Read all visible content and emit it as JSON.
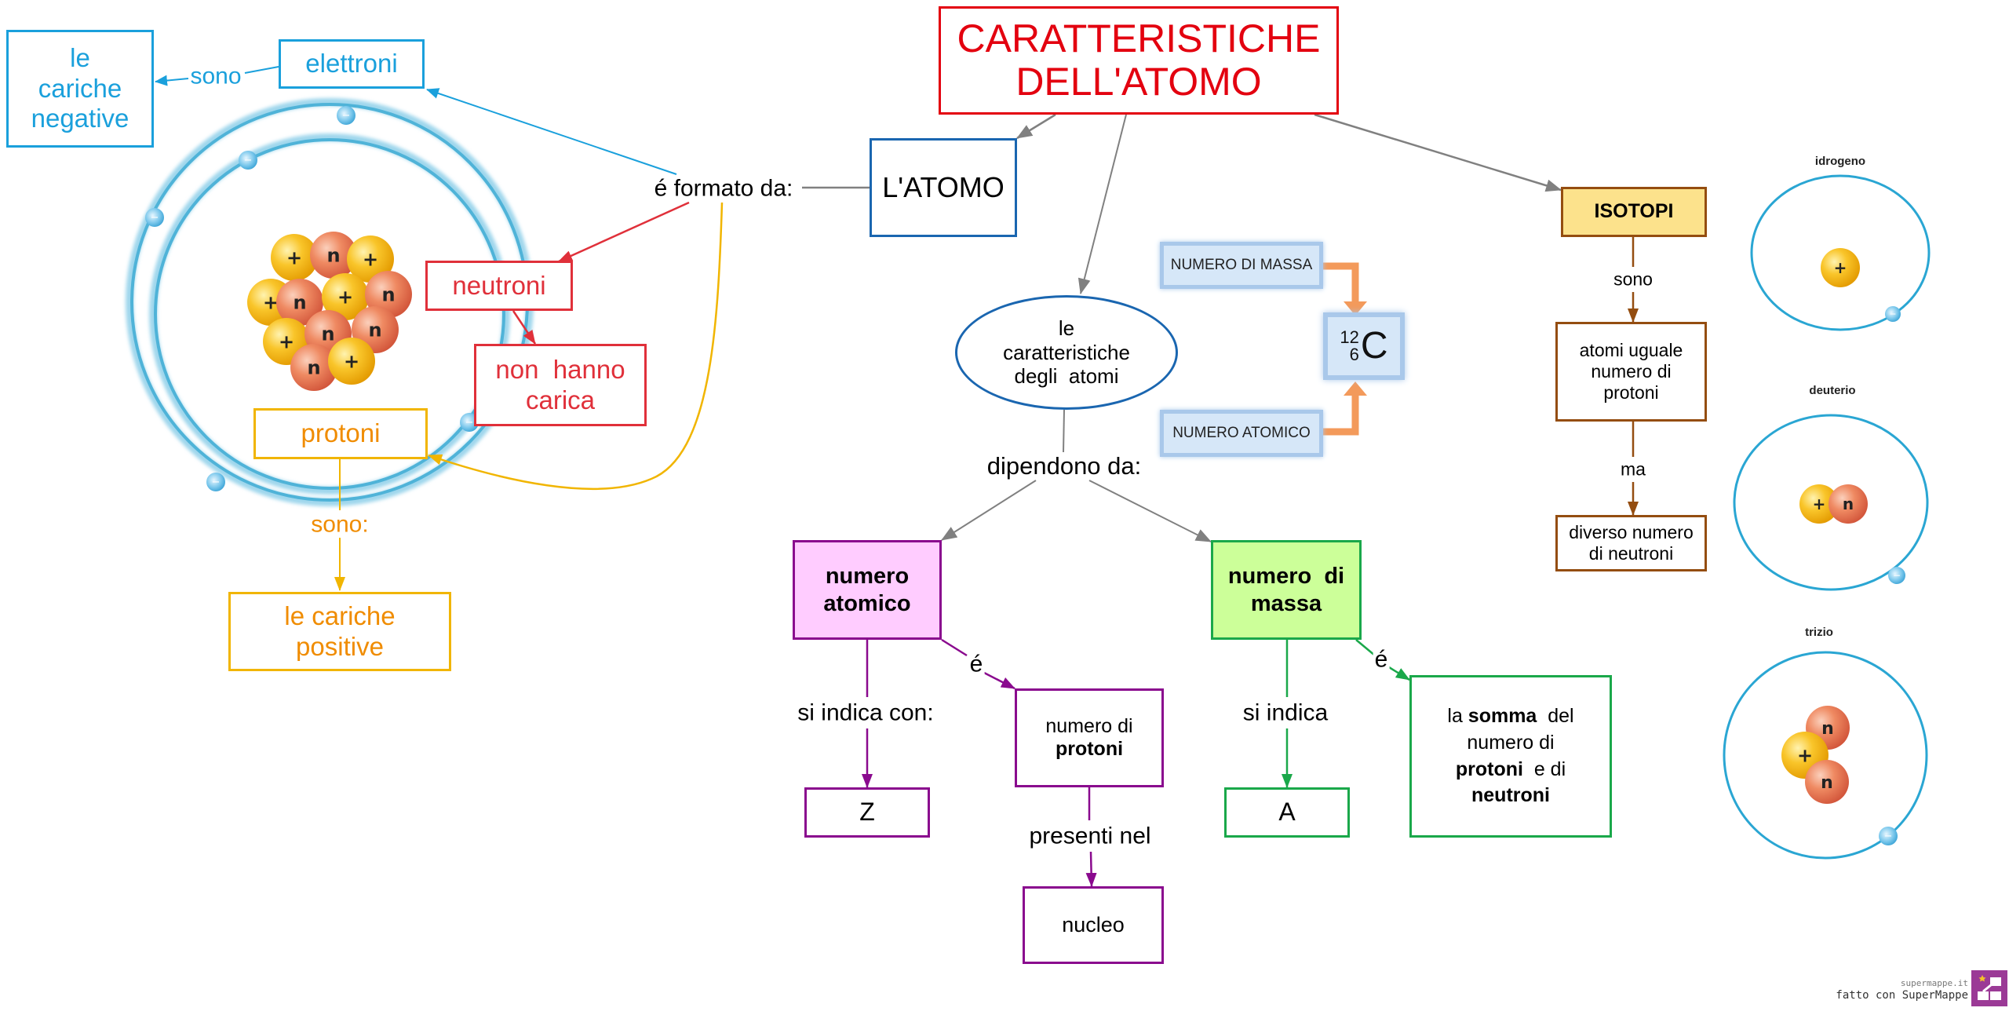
{
  "title": {
    "line1": "CARATTERISTICHE",
    "line2": "DELL'ATOMO"
  },
  "colors": {
    "title_red": "#e3000f",
    "atom_blue": "#1a66b0",
    "electron_cyan": "#1aa0dc",
    "neutron_red": "#e0303a",
    "proton_yellow": "#f1b500",
    "proton_text": "#f08c00",
    "gray_link": "#808080",
    "purple": "#8a0a8e",
    "pink_fill": "#ffccff",
    "green": "#1aa84a",
    "green_fill": "#ccff99",
    "brown": "#944d10",
    "isotopi_fill": "#fce28c",
    "orange_arrow": "#f39a5b",
    "diagram_box_fill": "#d6e7f8"
  },
  "left": {
    "atomo": "L'ATOMO",
    "formato_da": "é formato da:",
    "elettroni": "elettroni",
    "sono_neg": "sono",
    "cariche_negative": [
      "le",
      "cariche",
      "negative"
    ],
    "neutroni": "neutroni",
    "non_hanno_carica": [
      "non  hanno",
      "carica"
    ],
    "protoni": "protoni",
    "sono_pos": "sono:",
    "cariche_positive": [
      "le cariche",
      "positive"
    ],
    "nucleus_particles": [
      "+",
      "n",
      "+",
      "+",
      "n",
      "+",
      "n",
      "+",
      "n",
      "n",
      "n",
      "+"
    ]
  },
  "center": {
    "caratteristiche": [
      "le",
      "caratteristiche",
      "degli  atomi"
    ],
    "dipendono": "dipendono da:",
    "numero_atomico": [
      "numero",
      "atomico"
    ],
    "e_purple": "é",
    "si_indica_con": "si indica con:",
    "numero_di_protoni": {
      "line1": "numero di",
      "line2": "protoni"
    },
    "z": "Z",
    "presenti_nel": "presenti nel",
    "nucleo": "nucleo",
    "numero_di_massa": [
      "numero  di",
      "massa"
    ],
    "e_green": "é",
    "si_indica": "si indica",
    "a": "A",
    "somma": {
      "pre": "la ",
      "bold1": "somma",
      "post1": "  del",
      "line2": "numero di",
      "bold2": "protoni",
      "post3": "  e di",
      "bold3": "neutroni"
    },
    "isotope_diagram": {
      "numero_di_massa": "NUMERO DI MASSA",
      "numero_atomico": "NUMERO ATOMICO",
      "mass_number": "12",
      "atomic_number": "6",
      "symbol": "C"
    }
  },
  "right": {
    "isotopi": "ISOTOPI",
    "sono": "sono",
    "atomi_uguale": [
      "atomi uguale",
      "numero di",
      "protoni"
    ],
    "ma": "ma",
    "diverso": [
      "diverso numero",
      "di neutroni"
    ],
    "isotopes": [
      {
        "name": "idrogeno",
        "particles": [
          "+"
        ]
      },
      {
        "name": "deuterio",
        "particles": [
          "+",
          "n"
        ]
      },
      {
        "name": "trizio",
        "particles": [
          "n",
          "+",
          "n"
        ]
      }
    ],
    "electron_symbol": "−"
  },
  "footer": {
    "site": "supermappe.it",
    "made_with": "fatto con SuperMappe"
  }
}
